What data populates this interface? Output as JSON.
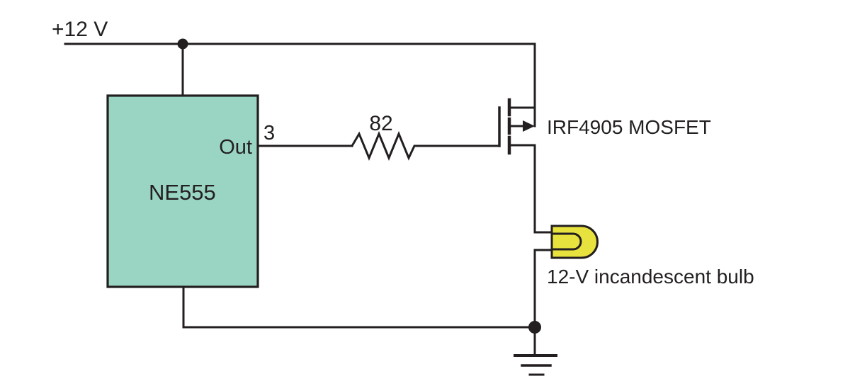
{
  "diagram": {
    "type": "circuit-schematic",
    "labels": {
      "supply": "+12 V",
      "ic": "NE555",
      "ic_pin_name": "Out",
      "ic_pin_number": "3",
      "resistor_value": "82",
      "mosfet": "IRF4905 MOSFET",
      "bulb": "12-V incandescent bulb"
    },
    "colors": {
      "ic_fill": "#9ad5c3",
      "bulb_fill": "#e8e23f",
      "line": "#231f20",
      "background": "#ffffff"
    },
    "components": [
      {
        "id": "supply",
        "kind": "power-rail",
        "label": "+12 V"
      },
      {
        "id": "timer",
        "kind": "ic",
        "label": "NE555",
        "pin_number": "3",
        "pin_name": "Out"
      },
      {
        "id": "gate-resistor",
        "kind": "resistor",
        "value": "82"
      },
      {
        "id": "switch",
        "kind": "p-channel-mosfet",
        "label": "IRF4905 MOSFET"
      },
      {
        "id": "load",
        "kind": "lamp",
        "label": "12-V incandescent bulb"
      },
      {
        "id": "gnd",
        "kind": "ground"
      }
    ]
  }
}
